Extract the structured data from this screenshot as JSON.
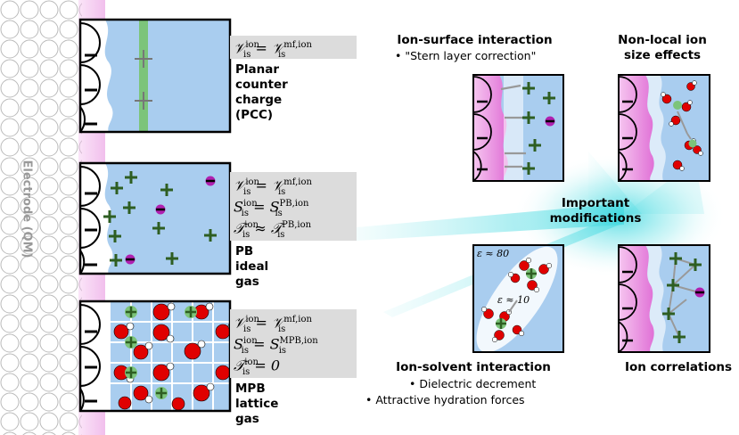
{
  "electrode_label": "Electrode (QM)",
  "models": [
    {
      "name_lines": [
        "Planar",
        "counter",
        "charge",
        "(PCC)"
      ],
      "eq_lines": [
        {
          "lhs": "𝒱",
          "sup": "ion",
          "sub": "is",
          "op": "=",
          "rhs": "𝒱",
          "rsup": "mf,ion",
          "rsub": "is"
        }
      ]
    },
    {
      "name_lines": [
        "PB",
        "ideal",
        "gas"
      ],
      "eq_lines": [
        {
          "lhs": "𝒱",
          "sup": "ion",
          "sub": "is",
          "op": "=",
          "rhs": "𝒱",
          "rsup": "mf,ion",
          "rsub": "is"
        },
        {
          "lhs": "S",
          "sup": "ion",
          "sub": "is",
          "op": "=",
          "rhs": "S",
          "rsup": "PB,ion",
          "rsub": "is"
        },
        {
          "lhs": "𝒯",
          "sup": "ion",
          "sub": "is",
          "op": "≈",
          "rhs": "𝒯",
          "rsup": "PB,ion",
          "rsub": "is"
        }
      ]
    },
    {
      "name_lines": [
        "MPB",
        "lattice",
        "gas"
      ],
      "eq_lines": [
        {
          "lhs": "𝒱",
          "sup": "ion",
          "sub": "is",
          "op": "=",
          "rhs": "𝒱",
          "rsup": "mf,ion",
          "rsub": "is"
        },
        {
          "lhs": "S",
          "sup": "ion",
          "sub": "is",
          "op": "=",
          "rhs": "S",
          "rsup": "MPB,ion",
          "rsub": "is"
        },
        {
          "lhs": "𝒯",
          "sup": "ion",
          "sub": "is",
          "op": "=",
          "rhs": "0",
          "rsup": "",
          "rsub": ""
        }
      ]
    }
  ],
  "center_label": [
    "Important",
    "modifications"
  ],
  "panels": {
    "ion_surface": {
      "title": "Ion-surface interaction",
      "bullet": "• \"Stern layer correction\""
    },
    "nonlocal": {
      "title_lines": [
        "Non-local ion",
        "size effects"
      ]
    },
    "ion_solvent": {
      "title": "Ion-solvent interaction",
      "bullets": [
        "• Dielectric decrement",
        "• Attractive hydration forces"
      ],
      "eps_high": "ε ≈ 80",
      "eps_low": "ε ≈ 10"
    },
    "correlations": {
      "title": "Ion correlations"
    }
  },
  "colors": {
    "solvent": "#a9cdef",
    "electrode_pink": "#e88fe0",
    "ion_green": "#2e5e22",
    "anion": "#b020b0",
    "oxygen": "#e00000",
    "glow": "#3fd8e0"
  }
}
